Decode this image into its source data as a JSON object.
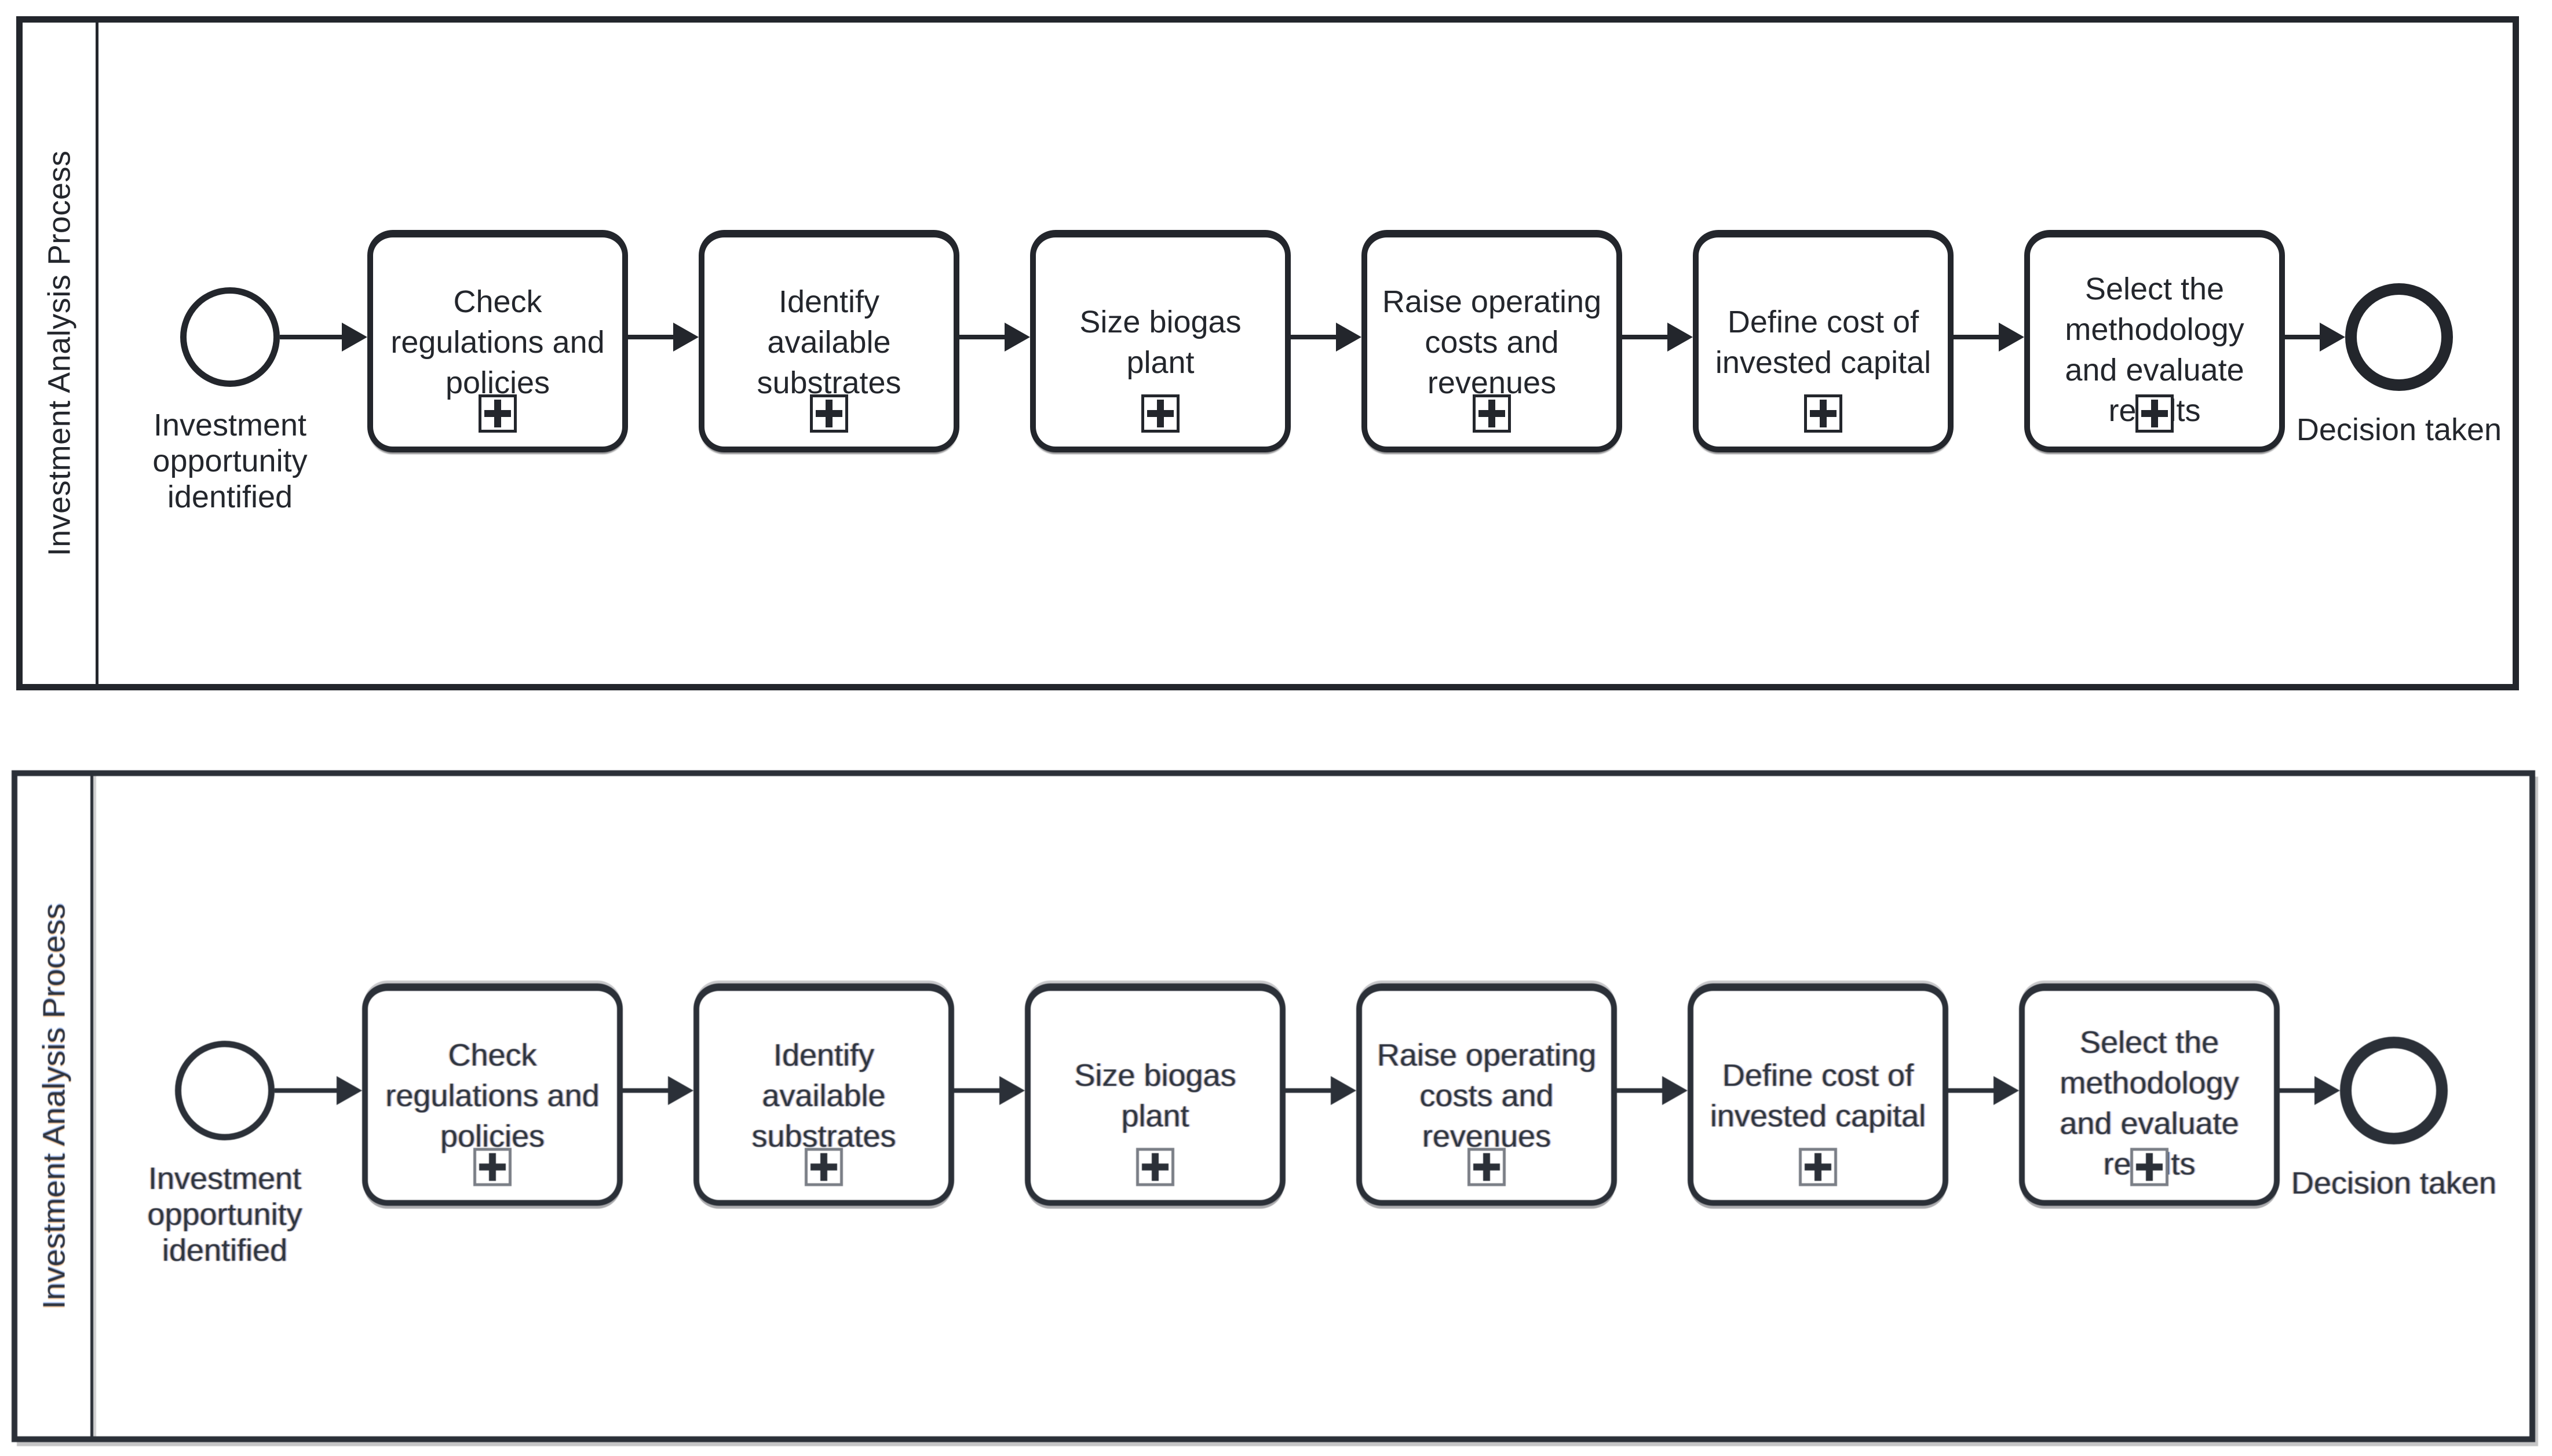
{
  "figure": {
    "pool_label": "Investment Analysis Process",
    "start_event": {
      "label": "Investment opportunity identified",
      "lines": [
        "Investment",
        "opportunity",
        "identified"
      ]
    },
    "end_event": {
      "label": "Decision taken"
    },
    "tasks": [
      {
        "label": "Check regulations and policies",
        "lines": [
          "Check",
          "regulations and",
          "policies"
        ]
      },
      {
        "label": "Identify available substrates",
        "lines": [
          "Identify",
          "available",
          "substrates"
        ]
      },
      {
        "label": "Size biogas plant",
        "lines": [
          "Size biogas",
          "plant"
        ]
      },
      {
        "label": "Raise operating costs and revenues",
        "lines": [
          "Raise operating",
          "costs and",
          "revenues"
        ]
      },
      {
        "label": "Define cost of invested capital",
        "lines": [
          "Define cost of",
          "invested capital"
        ]
      },
      {
        "label": "Select the methodology and evaluate results",
        "lines": [
          "Select the",
          "methodology",
          "and evaluate",
          "results"
        ]
      }
    ],
    "marker_icon": "plus-square",
    "colors": {
      "ink_top": "#23262c",
      "ink_bottom": "#2b3038",
      "background": "#ffffff"
    }
  }
}
